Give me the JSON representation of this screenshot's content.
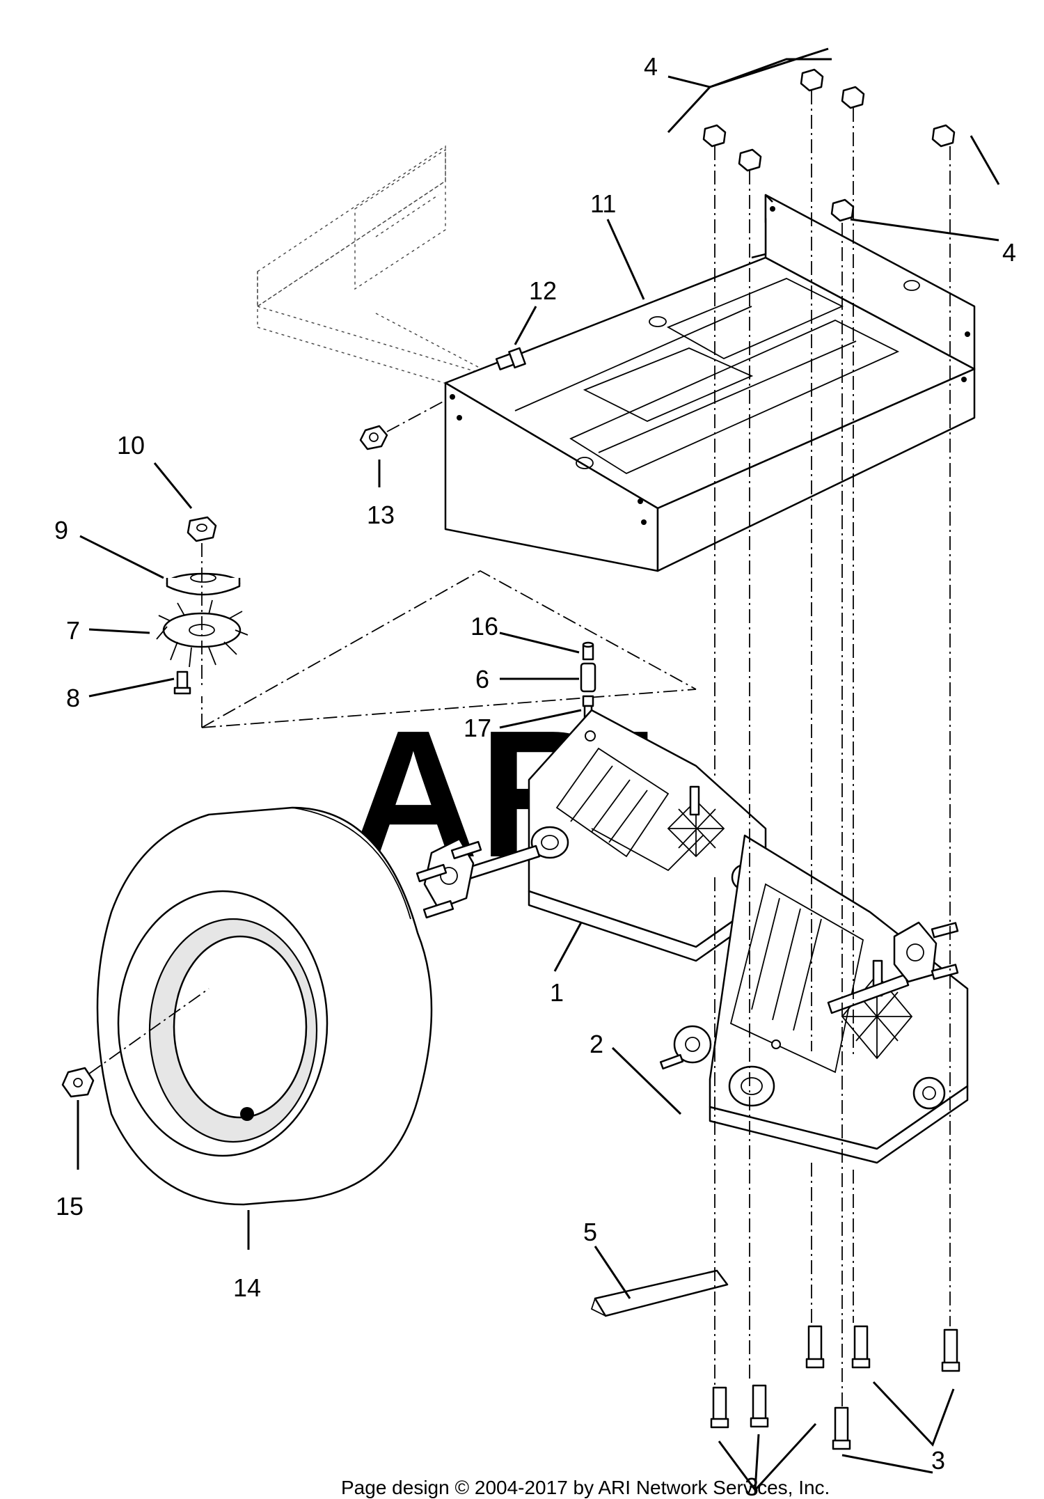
{
  "diagram": {
    "watermark": "ARI",
    "footer": "Page design © 2004-2017 by ARI Network Services, Inc.",
    "callouts": {
      "c1": "1",
      "c2": "2",
      "c3a": "3",
      "c3b": "3",
      "c4a": "4",
      "c4b": "4",
      "c5": "5",
      "c6": "6",
      "c7": "7",
      "c8": "8",
      "c9": "9",
      "c10": "10",
      "c11": "11",
      "c12": "12",
      "c13": "13",
      "c14": "14",
      "c15": "15",
      "c16": "16",
      "c17": "17"
    }
  }
}
